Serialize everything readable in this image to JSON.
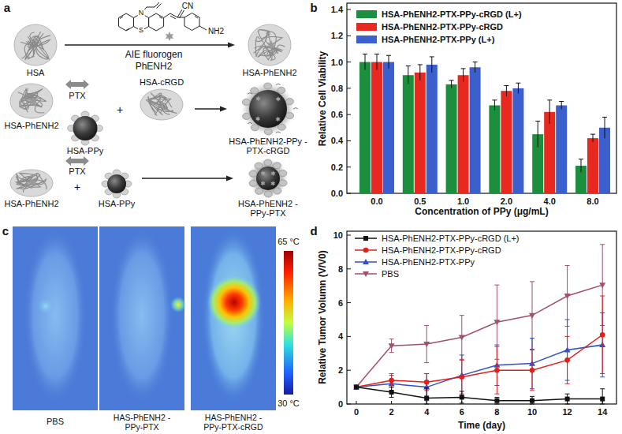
{
  "diagram": {
    "nodes": [
      {
        "text": [
          "HSA"
        ]
      },
      {
        "text": [
          "HSA-PhENH2"
        ]
      },
      {
        "text": [
          "HSA-PhENH2"
        ]
      },
      {
        "text": [
          "HSA-cRGD"
        ]
      },
      {
        "text": [
          "HSA-PPy"
        ]
      },
      {
        "text": [
          "HSA-PhENH2-PPy -PTX-cRGD"
        ]
      },
      {
        "text": [
          "HSA-PhENH2"
        ]
      },
      {
        "text": [
          "HSA-PPy"
        ]
      },
      {
        "text": [
          "HSA-PhENH2 -PPy-PTX"
        ]
      }
    ],
    "edges": [
      {
        "from": 0,
        "to": 1,
        "arrow": "to"
      },
      {
        "from": 3,
        "to": 5,
        "arrow": "to"
      },
      {
        "from": 7,
        "to": 8,
        "arrow": "to"
      }
    ],
    "labels": [
      "a",
      "N",
      "S",
      "CN",
      "NH2",
      "AIE fluorogen",
      "PhENH2",
      "PTX",
      "+",
      "PTX",
      "+",
      "b",
      "0.0",
      "0.2",
      "0.4",
      "0.6",
      "0.8",
      "1.0",
      "1.2",
      "1.4",
      "0.0",
      "0.5",
      "1.0",
      "2.0",
      "4.0",
      "8.0",
      "Relative Cell Viability",
      "Concentration of PPy (μg/mL)",
      "c",
      "65 °C",
      "30 °C",
      "PBS",
      "HAS-PhENH2 -PPy-PTX",
      "HAS-PhENH2 -PPy-PTX-cRGD",
      "d",
      "0",
      "2",
      "4",
      "6",
      "8",
      "10",
      "0",
      "2",
      "4",
      "6",
      "8",
      "10",
      "12",
      "14",
      "Relative Tumor Volumn (V/V0)",
      "Time (day)"
    ],
    "legend": [
      {
        "text": "HSA-PhENH2-PTX-PPy-cRGD (L+)",
        "color": "#1b8f3e"
      },
      {
        "text": "HSA-PhENH2-PTX-PPy-cRGD",
        "color": "#e8291f"
      },
      {
        "text": "HSA-PhENH2-PTX-PPy (L+)",
        "color": "#3b5fcd"
      },
      {
        "text": "HSA-PhENH2-PTX-PPy-cRGD (L+)"
      },
      {
        "text": "HSA-PhENH2-PTX-PPy-cRGD"
      },
      {
        "text": "HSA-PhENH2-PTX-PPy"
      },
      {
        "text": "PBS"
      }
    ]
  }
}
